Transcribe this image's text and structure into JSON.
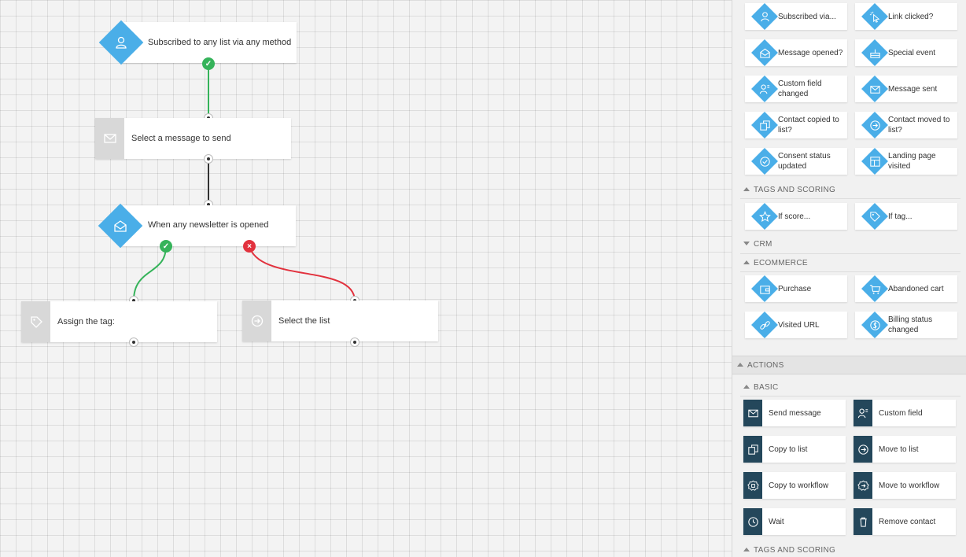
{
  "canvas": {
    "nodes": {
      "subscribed": {
        "label": "Subscribed to any list via any method",
        "icon": "user-icon"
      },
      "select_message": {
        "label": "Select a message to send",
        "icon": "envelope-icon"
      },
      "newsletter_opened": {
        "label": "When any newsletter is opened",
        "icon": "open-envelope-icon"
      },
      "assign_tag": {
        "label": "Assign the tag:",
        "icon": "tag-icon"
      },
      "select_list": {
        "label": "Select the list",
        "icon": "arrow-circle-icon"
      }
    },
    "colors": {
      "yes": "#35b35a",
      "no": "#e2323e",
      "wire": "#333333",
      "diamond": "#4aaee8"
    }
  },
  "panel": {
    "conditions": [
      {
        "label": "Subscribed via...",
        "icon": "user-icon"
      },
      {
        "label": "Link clicked?",
        "icon": "cursor-click-icon"
      },
      {
        "label": "Message opened?",
        "icon": "open-envelope-icon"
      },
      {
        "label": "Special event",
        "icon": "cake-icon"
      },
      {
        "label": "Custom field changed",
        "icon": "user-field-icon"
      },
      {
        "label": "Message sent",
        "icon": "sent-envelope-icon"
      },
      {
        "label": "Contact copied to list?",
        "icon": "copy-icon"
      },
      {
        "label": "Contact moved to list?",
        "icon": "arrow-circle-icon"
      },
      {
        "label": "Consent status updated",
        "icon": "check-circle-icon"
      },
      {
        "label": "Landing page visited",
        "icon": "layout-icon"
      }
    ],
    "sections": {
      "tags_scoring": "TAGS AND SCORING",
      "crm": "CRM",
      "ecommerce": "ECOMMERCE",
      "actions": "ACTIONS",
      "basic": "BASIC",
      "tags_scoring_2": "TAGS AND SCORING"
    },
    "tags_scoring": [
      {
        "label": "If score...",
        "icon": "star-icon"
      },
      {
        "label": "If tag...",
        "icon": "tag-icon"
      }
    ],
    "ecommerce": [
      {
        "label": "Purchase",
        "icon": "wallet-icon"
      },
      {
        "label": "Abandoned cart",
        "icon": "cart-icon"
      },
      {
        "label": "Visited URL",
        "icon": "link-icon"
      },
      {
        "label": "Billing status changed",
        "icon": "billing-icon"
      }
    ],
    "basic_actions": [
      {
        "label": "Send message",
        "icon": "envelope-icon"
      },
      {
        "label": "Custom field",
        "icon": "user-field-icon"
      },
      {
        "label": "Copy to list",
        "icon": "copy-icon"
      },
      {
        "label": "Move to list",
        "icon": "arrow-circle-icon"
      },
      {
        "label": "Copy to workflow",
        "icon": "workflow-copy-icon"
      },
      {
        "label": "Move to workflow",
        "icon": "workflow-move-icon"
      },
      {
        "label": "Wait",
        "icon": "clock-icon"
      },
      {
        "label": "Remove contact",
        "icon": "trash-icon"
      }
    ]
  }
}
